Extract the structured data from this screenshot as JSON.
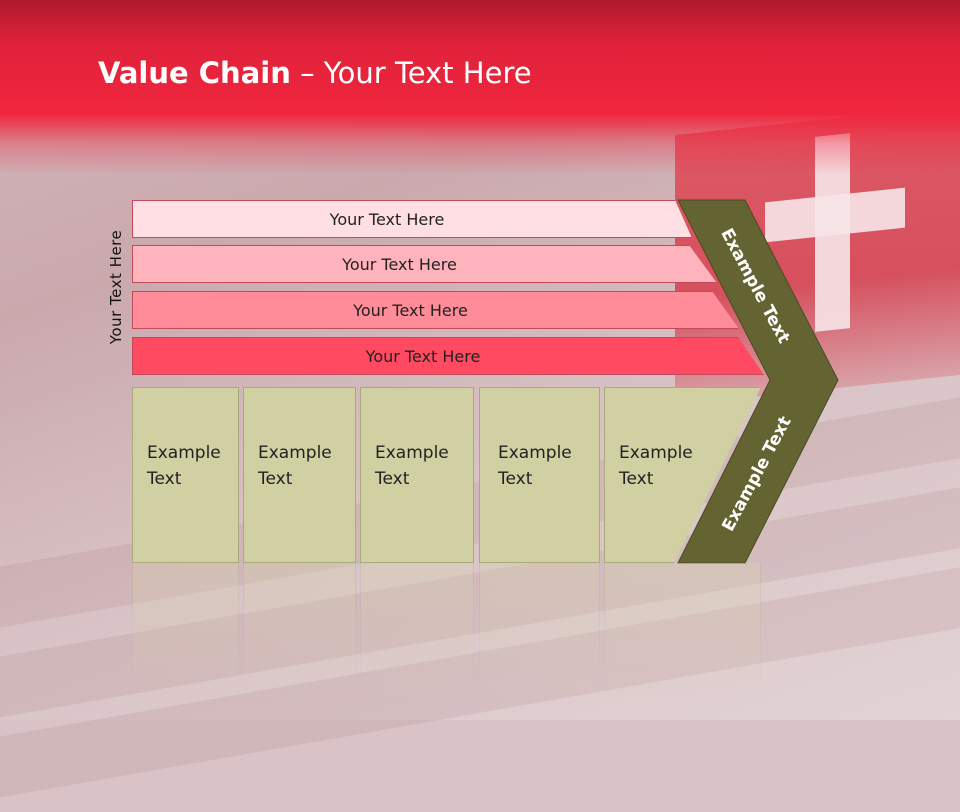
{
  "title": {
    "bold": "Value Chain",
    "rest": " – Your Text Here"
  },
  "side_label": "Your Text Here",
  "rows": [
    {
      "label": "Your Text Here",
      "color": "#ffdfe4"
    },
    {
      "label": "Your Text Here",
      "color": "#ffb3bc"
    },
    {
      "label": "Your Text Here",
      "color": "#ff8c98"
    },
    {
      "label": "Your Text Here",
      "color": "#ff4a62"
    }
  ],
  "boxes": [
    {
      "line1": "Example",
      "line2": "Text"
    },
    {
      "line1": "Example",
      "line2": "Text"
    },
    {
      "line1": "Example",
      "line2": "Text"
    },
    {
      "line1": "Example",
      "line2": "Text"
    },
    {
      "line1": "Example",
      "line2": "Text"
    }
  ],
  "arrow": {
    "upper_label": "Example Text",
    "lower_label": "Example Text",
    "color": "#646432"
  },
  "colors": {
    "header": "#f0263e",
    "box": "#d0d0a2"
  }
}
